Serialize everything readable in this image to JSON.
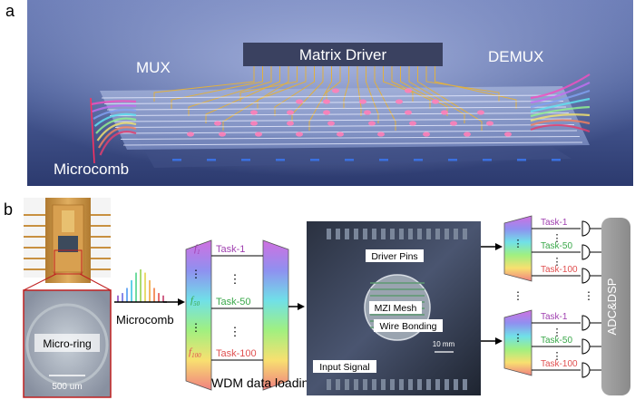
{
  "panel_a": {
    "letter": "a",
    "mux": "MUX",
    "matrix_driver": "Matrix Driver",
    "demux": "DEMUX",
    "microcomb": "Microcomb"
  },
  "panel_b": {
    "letter": "b",
    "microcomb": "Microcomb",
    "micro_ring": "Micro-ring",
    "scale_bar": "500 um",
    "wdm_loading": "WDM data loading",
    "wdm_tasks": [
      "Task-1",
      "Task-50",
      "Task-100"
    ],
    "f1_base": "f",
    "f1_sub": "1",
    "f50_base": "f",
    "f50_sub": "50",
    "f100_base": "f",
    "f100_sub": "100",
    "driver_pins": "Driver Pins",
    "mzi_mesh": "MZI Mesh",
    "wire_bonding": "Wire Bonding",
    "input_signal": "Input Signal",
    "chip_scale": "10 mm",
    "demux_top_tasks": [
      "Task-1",
      "Task-50",
      "Task-100"
    ],
    "demux_bottom_tasks": [
      "Task-1",
      "Task-50",
      "Task-100"
    ],
    "adc_dsp": "ADC&DSP",
    "dots": "⋮"
  },
  "colors": {
    "task1": "#a040b0",
    "task50": "#3aa84a",
    "task100": "#e05050",
    "adc_box": "#9a9a9a"
  }
}
